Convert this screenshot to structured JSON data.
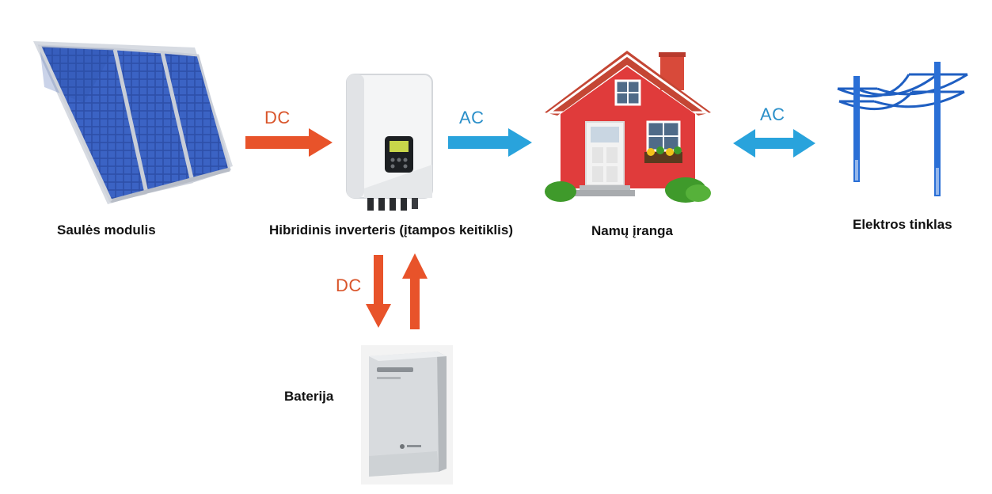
{
  "nodes": {
    "solar": {
      "label": "Saulės modulis"
    },
    "inverter": {
      "label": "Hibridinis inverteris (įtampos keitiklis)"
    },
    "home": {
      "label": "Namų įranga"
    },
    "grid": {
      "label": "Elektros tinklas"
    },
    "battery": {
      "label": "Baterija"
    }
  },
  "flows": {
    "solar_to_inverter": {
      "label": "DC"
    },
    "inverter_to_home": {
      "label": "AC"
    },
    "home_grid": {
      "label": "AC"
    },
    "inverter_battery": {
      "label": "DC"
    }
  },
  "colors": {
    "dc": "#e8532a",
    "ac": "#29a3dc",
    "dc_label": "#d9552b",
    "ac_label": "#2a8fc9"
  }
}
